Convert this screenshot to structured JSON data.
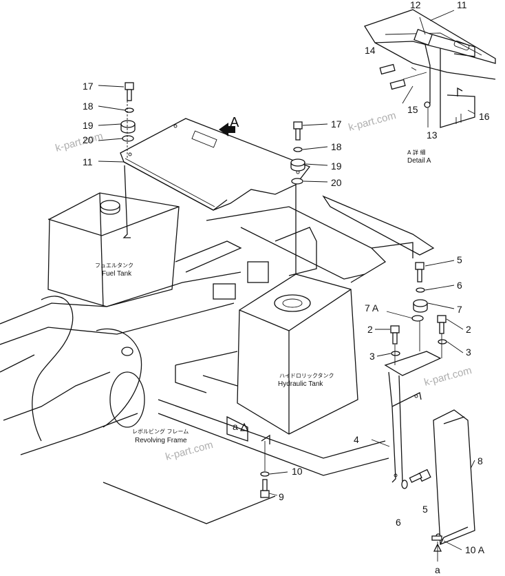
{
  "watermark": "k-part.com",
  "detail": {
    "marker": "A",
    "jp": "A 詳 細",
    "en": "Detail A"
  },
  "components": {
    "fuel_tank": {
      "jp": "フュエルタンク",
      "en": "Fuel Tank"
    },
    "hydraulic_tank": {
      "jp": "ハイドロリックタンク",
      "en": "Hydraulic Tank"
    },
    "revolving_frame": {
      "jp": "レボルビング フレーム",
      "en": "Revolving Frame"
    }
  },
  "view_markers": {
    "a_upper": "a",
    "a_lower": "a"
  },
  "callouts": {
    "c11_top": "11",
    "c12": "12",
    "c14": "14",
    "c15": "15",
    "c13": "13",
    "c16": "16",
    "c17_left": "17",
    "c18_left": "18",
    "c19_left": "19",
    "c20_left": "20",
    "c11_left": "11",
    "c17_mid": "17",
    "c18_mid": "18",
    "c19_mid": "19",
    "c20_mid": "20",
    "c5_top": "5",
    "c6_top": "6",
    "c7": "7",
    "c7a": "7 A",
    "c2_left": "2",
    "c2_right": "2",
    "c3_left": "3",
    "c3_right": "3",
    "c4": "4",
    "c8": "8",
    "c10": "10",
    "c9": "9",
    "c6_bot": "6",
    "c5_bot": "5",
    "c10a": "10 A"
  }
}
